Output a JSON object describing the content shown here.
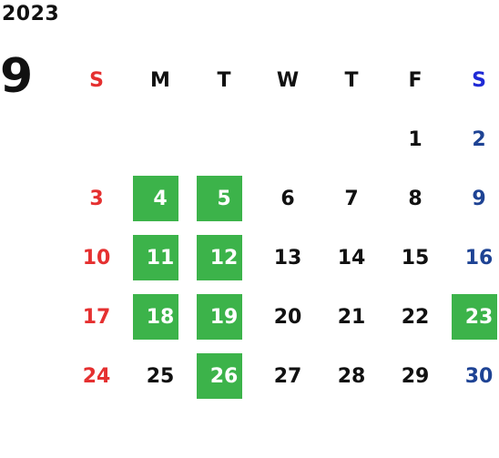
{
  "year": "2023",
  "month": "9",
  "colors": {
    "sunday": "#e53030",
    "saturday_header": "#1f2ad6",
    "saturday": "#1e4394",
    "weekday": "#111111",
    "highlight": "#3cb34a",
    "highlight_text": "#ffffff"
  },
  "weekdays": [
    "S",
    "M",
    "T",
    "W",
    "T",
    "F",
    "S"
  ],
  "weeks": [
    [
      "",
      "",
      "",
      "",
      "",
      "1",
      "2"
    ],
    [
      "3",
      "4",
      "5",
      "6",
      "7",
      "8",
      "9"
    ],
    [
      "10",
      "11",
      "12",
      "13",
      "14",
      "15",
      "16"
    ],
    [
      "17",
      "18",
      "19",
      "20",
      "21",
      "22",
      "23"
    ],
    [
      "24",
      "25",
      "26",
      "27",
      "28",
      "29",
      "30"
    ]
  ],
  "highlighted": [
    "4",
    "5",
    "11",
    "12",
    "18",
    "19",
    "23",
    "26"
  ]
}
